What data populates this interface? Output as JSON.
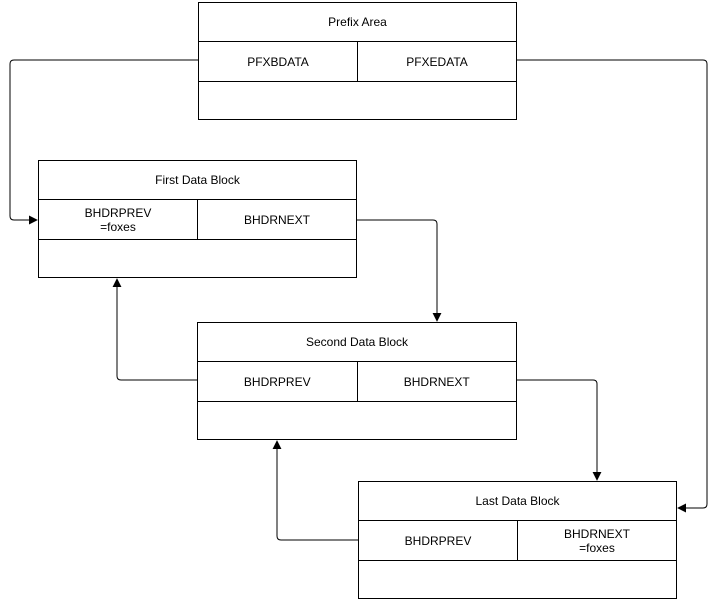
{
  "diagram": {
    "colors": {
      "line": "#000000",
      "text": "#000000",
      "canvas_background": "#ffffff"
    },
    "blocks": [
      {
        "id": "prefix-area",
        "title": "Prefix Area",
        "cells": [
          {
            "label": "PFXBDATA",
            "value": ""
          },
          {
            "label": "PFXEDATA",
            "value": ""
          }
        ]
      },
      {
        "id": "first-data-block",
        "title": "First Data Block",
        "cells": [
          {
            "label": "BHDRPREV",
            "value": "=foxes"
          },
          {
            "label": "BHDRNEXT",
            "value": ""
          }
        ]
      },
      {
        "id": "second-data-block",
        "title": "Second Data Block",
        "cells": [
          {
            "label": "BHDRPREV",
            "value": ""
          },
          {
            "label": "BHDRNEXT",
            "value": ""
          }
        ]
      },
      {
        "id": "last-data-block",
        "title": "Last Data Block",
        "cells": [
          {
            "label": "BHDRPREV",
            "value": ""
          },
          {
            "label": "BHDRNEXT",
            "value": "=foxes"
          }
        ]
      }
    ],
    "connections": [
      {
        "from": "Prefix Area / PFXBDATA",
        "to": "First Data Block",
        "enters_at": "left"
      },
      {
        "from": "Prefix Area / PFXEDATA",
        "to": "Last Data Block",
        "enters_at": "right"
      },
      {
        "from": "First Data Block / BHDRNEXT",
        "to": "Second Data Block",
        "enters_at": "top"
      },
      {
        "from": "Second Data Block / BHDRNEXT",
        "to": "Last Data Block",
        "enters_at": "top"
      },
      {
        "from": "Second Data Block / BHDRPREV",
        "to": "First Data Block",
        "enters_at": "bottom"
      },
      {
        "from": "Last Data Block / BHDRPREV",
        "to": "Second Data Block",
        "enters_at": "bottom"
      }
    ]
  }
}
